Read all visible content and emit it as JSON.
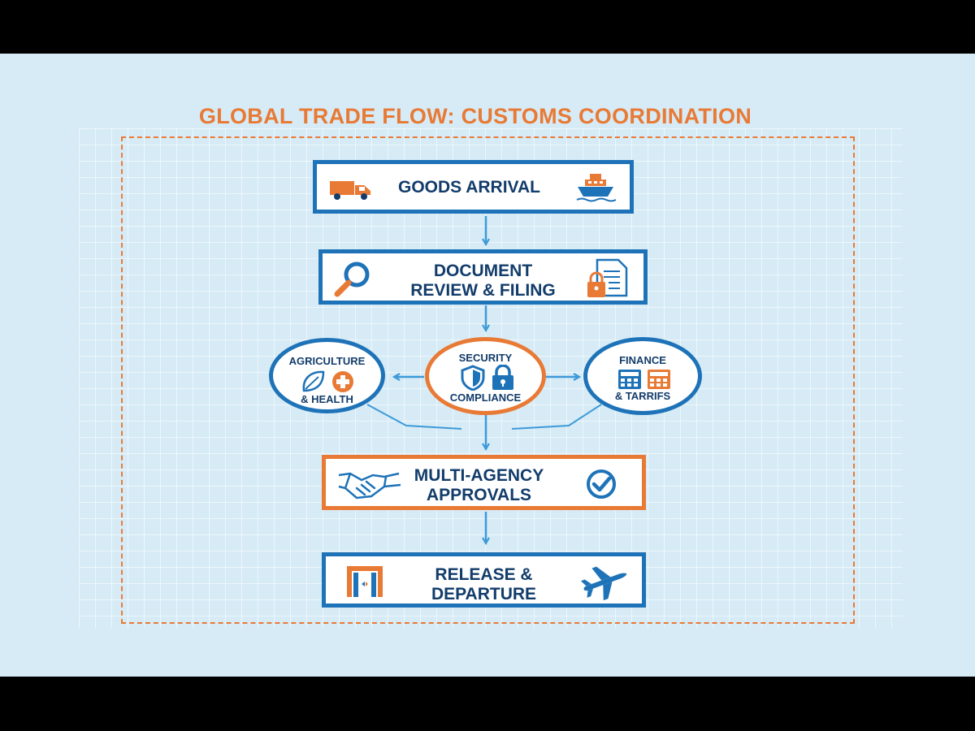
{
  "title": "GLOBAL TRADE FLOW: CUSTOMS COORDINATION",
  "steps": {
    "goods_arrival": {
      "label": "GOODS ARRIVAL",
      "icons": [
        "truck-icon",
        "ship-icon"
      ]
    },
    "document_review": {
      "line1": "DOCUMENT",
      "line2": "REVIEW & FILING",
      "icons": [
        "magnifier-icon",
        "document-lock-icon"
      ]
    },
    "multi_agency": {
      "line1": "MULTI-AGENCY",
      "line2": "APPROVALS",
      "icons": [
        "handshake-icon",
        "checkmark-icon"
      ]
    },
    "release": {
      "line1": "RELEASE &",
      "line2": "DEPARTURE",
      "icons": [
        "gate-icon",
        "airplane-icon"
      ]
    }
  },
  "agencies": {
    "agriculture": {
      "line1": "AGRICULTURE",
      "line2": "& HEALTH",
      "icons": [
        "leaf-icon",
        "medical-cross-icon"
      ]
    },
    "security": {
      "line1": "SECURITY",
      "line2": "COMPLIANCE",
      "icons": [
        "shield-icon",
        "padlock-icon"
      ]
    },
    "finance": {
      "line1": "FINANCE",
      "line2": "& TARRIFS",
      "icons": [
        "calculator-icon"
      ]
    }
  },
  "colors": {
    "primary_blue": "#1e73b8",
    "accent_orange": "#e87a35",
    "text_navy": "#123c6b",
    "arrow_blue": "#3d9ad8",
    "background": "#d6ebf6"
  }
}
